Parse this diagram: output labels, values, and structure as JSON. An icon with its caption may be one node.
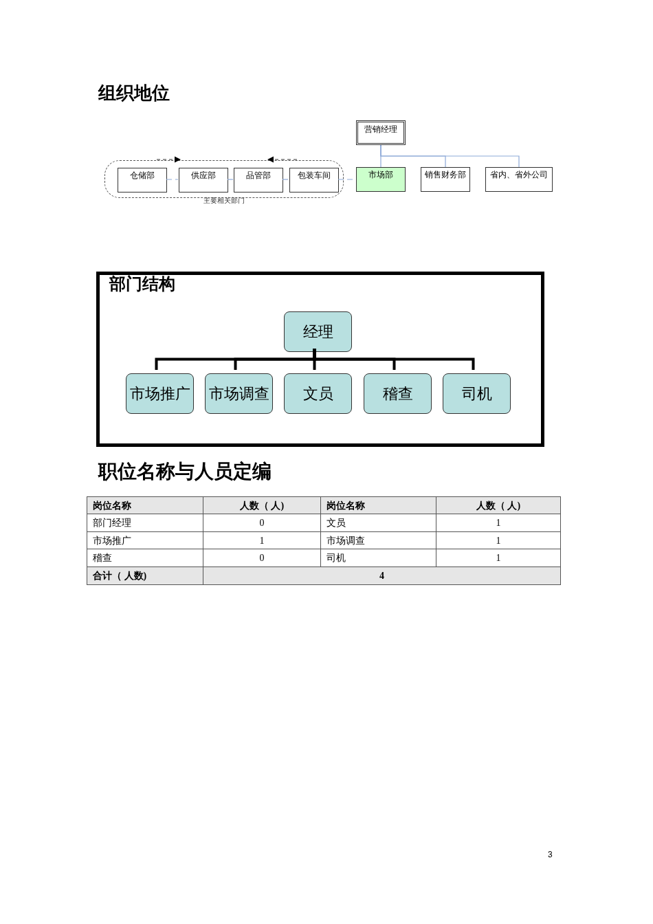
{
  "diagram": {
    "nodes": [
      {
        "text": [
          "营销经理"
        ]
      },
      {
        "text": [
          "主要相关部门"
        ]
      },
      {
        "text": [
          "仓储部"
        ],
        "in": 1
      },
      {
        "text": [
          "供应部"
        ],
        "in": 1
      },
      {
        "text": [
          "品管部"
        ],
        "in": 1
      },
      {
        "text": [
          "包装车间"
        ],
        "in": 1
      },
      {
        "text": [
          "市场部"
        ]
      },
      {
        "text": [
          "销售财务部"
        ]
      },
      {
        "text": [
          "省内、省外公司"
        ]
      },
      {
        "text": [
          "部门结构"
        ]
      },
      {
        "text": [
          "经理"
        ],
        "in": 9
      },
      {
        "text": [
          "市场推广"
        ],
        "in": 9
      },
      {
        "text": [
          "市场调查"
        ],
        "in": 9
      },
      {
        "text": [
          "文员"
        ],
        "in": 9
      },
      {
        "text": [
          "稽查"
        ],
        "in": 9
      },
      {
        "text": [
          "司机"
        ],
        "in": 9
      }
    ],
    "edges": [
      {
        "from": 0,
        "to": 6,
        "arrow": "none"
      },
      {
        "from": 0,
        "to": 7,
        "arrow": "none"
      },
      {
        "from": 0,
        "to": 8,
        "arrow": "none"
      },
      {
        "from": 2,
        "to": 3,
        "arrow": "none",
        "style": "dashed"
      },
      {
        "from": 3,
        "to": 4,
        "arrow": "none",
        "style": "dashed"
      },
      {
        "from": 4,
        "to": 5,
        "arrow": "none",
        "style": "dashed"
      },
      {
        "from": 5,
        "to": 6,
        "arrow": "none",
        "style": "dashed"
      },
      {
        "from": 10,
        "to": 11,
        "arrow": "none",
        "style": "thick",
        "color": "#000000"
      },
      {
        "from": 10,
        "to": 12,
        "arrow": "none",
        "style": "thick",
        "color": "#000000"
      },
      {
        "from": 10,
        "to": 13,
        "arrow": "none",
        "style": "thick",
        "color": "#000000"
      },
      {
        "from": 10,
        "to": 14,
        "arrow": "none",
        "style": "thick",
        "color": "#000000"
      },
      {
        "from": 10,
        "to": 15,
        "arrow": "none",
        "style": "thick",
        "color": "#000000"
      }
    ],
    "labels": [
      "组织地位",
      "职位名称与人员定编",
      "岗位名称",
      "人数（ 人)",
      "岗位名称",
      "人数（ 人)",
      "部门经理",
      "0",
      "文员",
      "1",
      "市场推广",
      "1",
      "市场调查",
      "1",
      "稽查",
      "0",
      "司机",
      "1",
      "合计（ 人数)",
      "4",
      "3"
    ]
  }
}
